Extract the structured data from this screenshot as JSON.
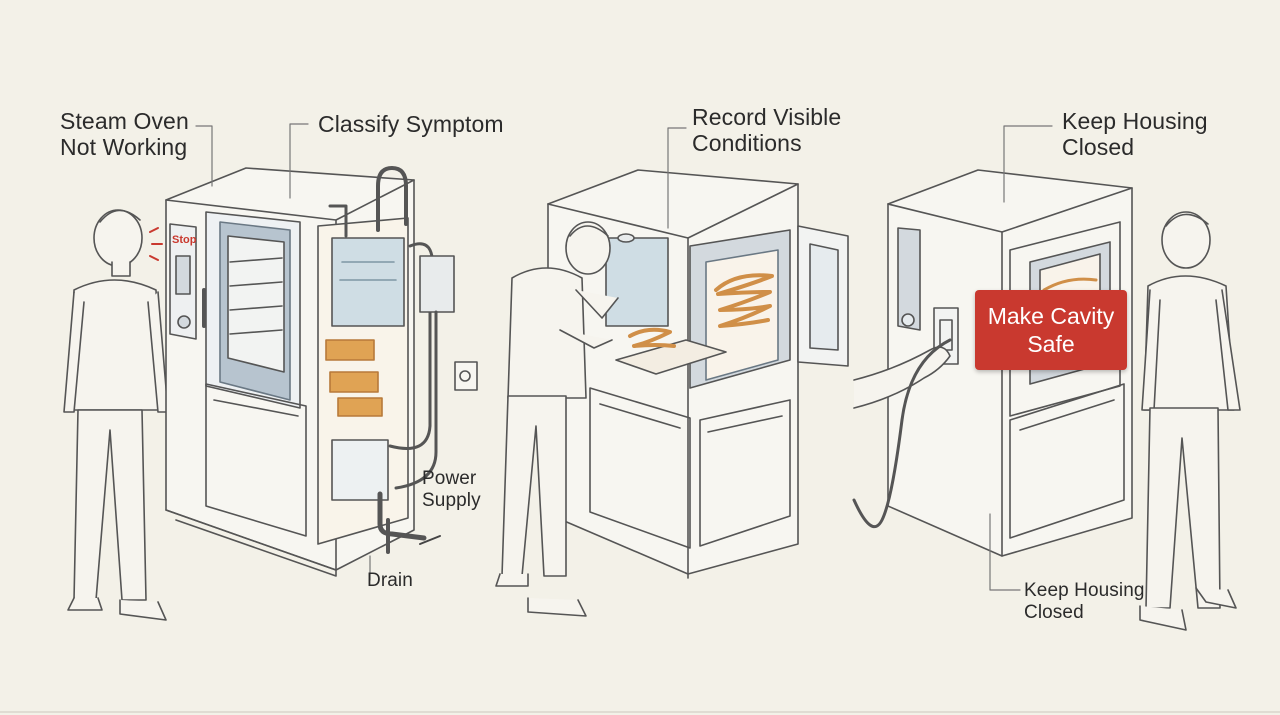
{
  "labels": {
    "steam_oven": "Steam Oven\nNot Working",
    "classify": "Classify Symptom",
    "power": "Power\nSupply",
    "drain": "Drain",
    "record": "Record Visible\nConditions",
    "keep_top": "Keep Housing\nClosed",
    "make_safe": "Make Cavity\nSafe",
    "keep_bottom": "Keep Housing\nClosed",
    "stop": "Stop"
  },
  "colors": {
    "line": "#555555",
    "accent": "#c9392f",
    "heater": "#e0a354",
    "water": "#cfdde4",
    "panel": "#b7c4cf",
    "background": "#f3f1e8"
  }
}
